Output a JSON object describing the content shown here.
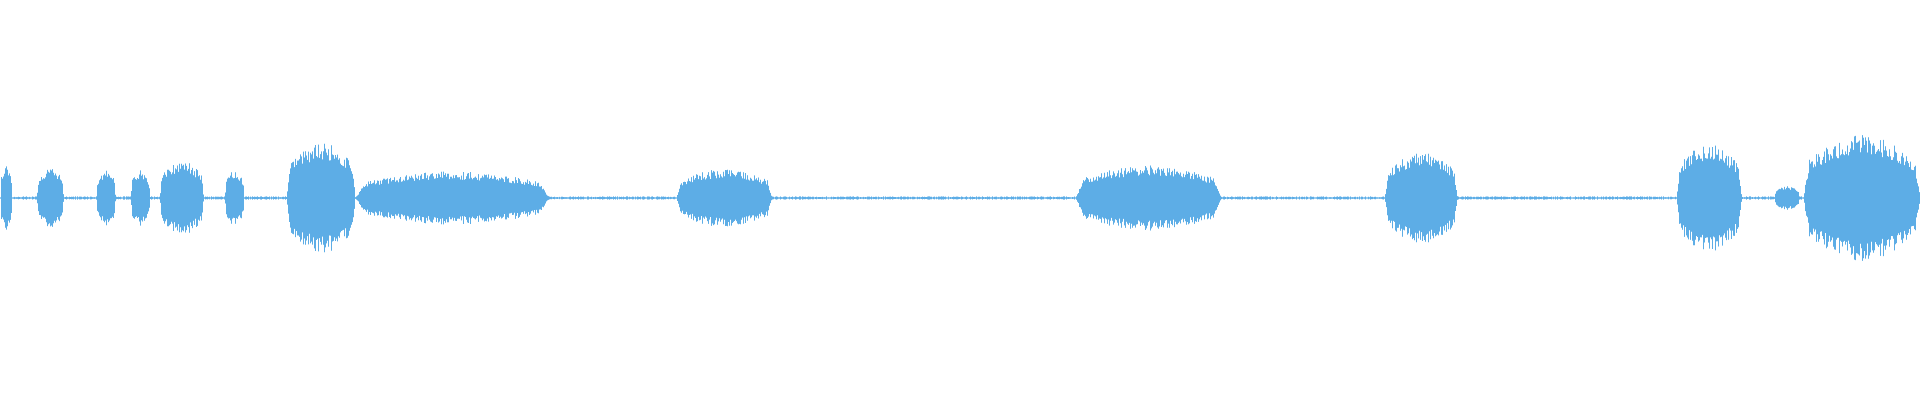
{
  "waveform": {
    "color": "#5DADE6",
    "background": "#FFFFFF",
    "peak_scale": 1.0,
    "segments": [
      {
        "start": 0.0,
        "end": 0.006,
        "amp": 0.27
      },
      {
        "start": 0.019,
        "end": 0.033,
        "amp": 0.25
      },
      {
        "start": 0.05,
        "end": 0.06,
        "amp": 0.24
      },
      {
        "start": 0.068,
        "end": 0.078,
        "amp": 0.23
      },
      {
        "start": 0.083,
        "end": 0.106,
        "amp": 0.31
      },
      {
        "start": 0.117,
        "end": 0.127,
        "amp": 0.23
      },
      {
        "start": 0.149,
        "end": 0.185,
        "amp": 0.46
      },
      {
        "start": 0.185,
        "end": 0.286,
        "amp": 0.22
      },
      {
        "start": 0.352,
        "end": 0.402,
        "amp": 0.24
      },
      {
        "start": 0.56,
        "end": 0.636,
        "amp": 0.27
      },
      {
        "start": 0.721,
        "end": 0.759,
        "amp": 0.38
      },
      {
        "start": 0.873,
        "end": 0.907,
        "amp": 0.45
      },
      {
        "start": 0.924,
        "end": 0.937,
        "amp": 0.1
      },
      {
        "start": 0.939,
        "end": 1.0,
        "amp": 0.52
      }
    ],
    "noise_floor": 0.01
  }
}
